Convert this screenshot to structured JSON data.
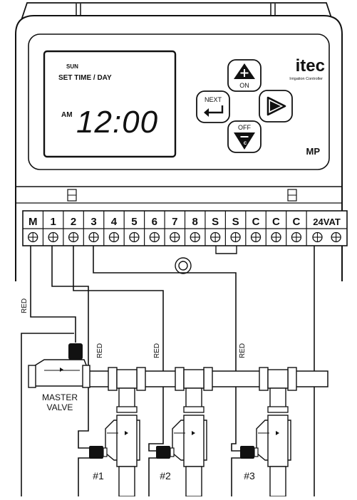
{
  "device": {
    "brand": "itec",
    "brand_subtitle": "Irrigation Controller",
    "model": "MP"
  },
  "display": {
    "day": "SUN",
    "mode": "SET TIME / DAY",
    "ampm": "AM",
    "time": "12:00"
  },
  "buttons": {
    "on_label": "ON",
    "off_label": "OFF",
    "next_label": "NEXT",
    "minus_sub": "c"
  },
  "terminals": [
    "M",
    "1",
    "2",
    "3",
    "4",
    "5",
    "6",
    "7",
    "8",
    "S",
    "S",
    "C",
    "C",
    "C",
    "24VAT"
  ],
  "wiring": {
    "wire_label": "RED",
    "master_valve": [
      "MASTER",
      "VALVE"
    ],
    "valves": [
      "#1",
      "#2",
      "#3"
    ]
  }
}
